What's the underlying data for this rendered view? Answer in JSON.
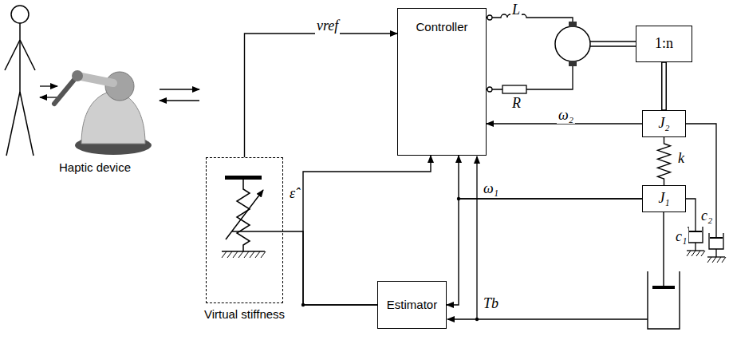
{
  "diagram": {
    "nodes": [
      {
        "text": [
          "Controller"
        ]
      },
      {
        "text": [
          "1:n"
        ]
      },
      {
        "text": [
          "J₂"
        ]
      },
      {
        "text": [
          "J₁"
        ]
      },
      {
        "text": [
          "Estimator"
        ]
      },
      {
        "text": [
          "Virtual stiffness"
        ]
      }
    ],
    "edges": [
      {
        "from": 5,
        "to": 0,
        "arrow": "to",
        "label": "vref"
      },
      {
        "from": 4,
        "to": 0,
        "arrow": "to",
        "label": "ε̂"
      },
      {
        "from": 4,
        "to": 5,
        "arrow": "none"
      },
      {
        "from": 2,
        "to": 0,
        "arrow": "to",
        "label": "ω₂"
      },
      {
        "from": 3,
        "to": 0,
        "arrow": "to",
        "label": "ω₁"
      },
      {
        "from": 3,
        "to": 4,
        "arrow": "to"
      },
      {
        "from": 1,
        "to": 2,
        "arrow": "none"
      },
      {
        "from": 2,
        "to": 3,
        "arrow": "none",
        "label": "k"
      }
    ],
    "labels": [
      "L",
      "R",
      "Tb",
      "c₁",
      "c₂",
      "Haptic device"
    ]
  }
}
